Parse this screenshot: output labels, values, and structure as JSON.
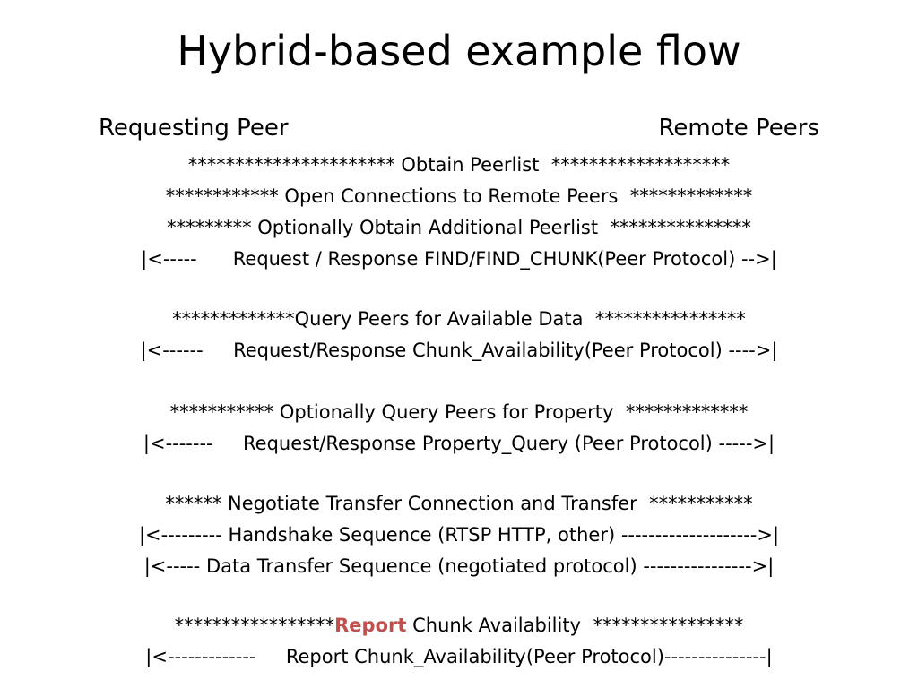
{
  "slide": {
    "title": "Hybrid-based example flow",
    "left_header": "Requesting Peer",
    "right_header": "Remote Peers",
    "lines": [
      "********************** Obtain Peerlist  *******************",
      "************ Open Connections to Remote Peers  *************",
      "********* Optionally Obtain Additional Peerlist  ***************",
      "|<-----      Request / Response FIND/FIND_CHUNK(Peer Protocol) -->|",
      "*************Query Peers for Available Data  ****************",
      "|<------     Request/Response Chunk_Availability(Peer Protocol) ---->|",
      "*********** Optionally Query Peers for Property  *************",
      "|<-------     Request/Response Property_Query (Peer Protocol) ----->|",
      "****** Negotiate Transfer Connection and Transfer  ***********",
      "|<--------- Handshake Sequence (RTSP HTTP, other) -------------------->|",
      "|<----- Data Transfer Sequence (negotiated protocol) ---------------->|",
      "|<-------------     Report Chunk_Availability(Peer Protocol)---------------|"
    ],
    "report_line": {
      "prefix": "*****************",
      "highlight": "Report",
      "suffix": " Chunk Availability  ****************"
    },
    "highlight_color": "#c0504d"
  }
}
